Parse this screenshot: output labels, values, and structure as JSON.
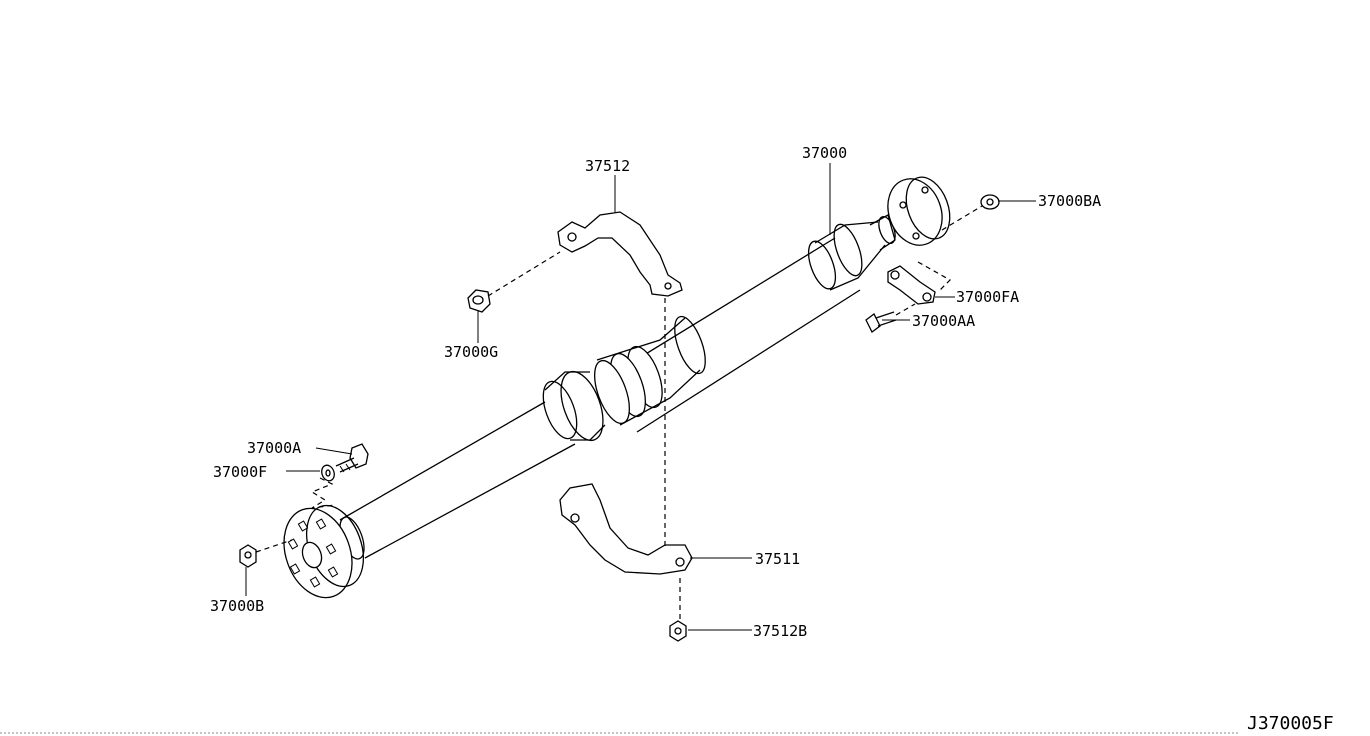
{
  "diagram": {
    "code": "J370005F",
    "labels": {
      "p37000": "37000",
      "p37512": "37512",
      "p37000BA": "37000BA",
      "p37000FA": "37000FA",
      "p37000AA": "37000AA",
      "p37000G": "37000G",
      "p37000A": "37000A",
      "p37000F": "37000F",
      "p37000B": "37000B",
      "p37511": "37511",
      "p37512B": "37512B"
    }
  }
}
